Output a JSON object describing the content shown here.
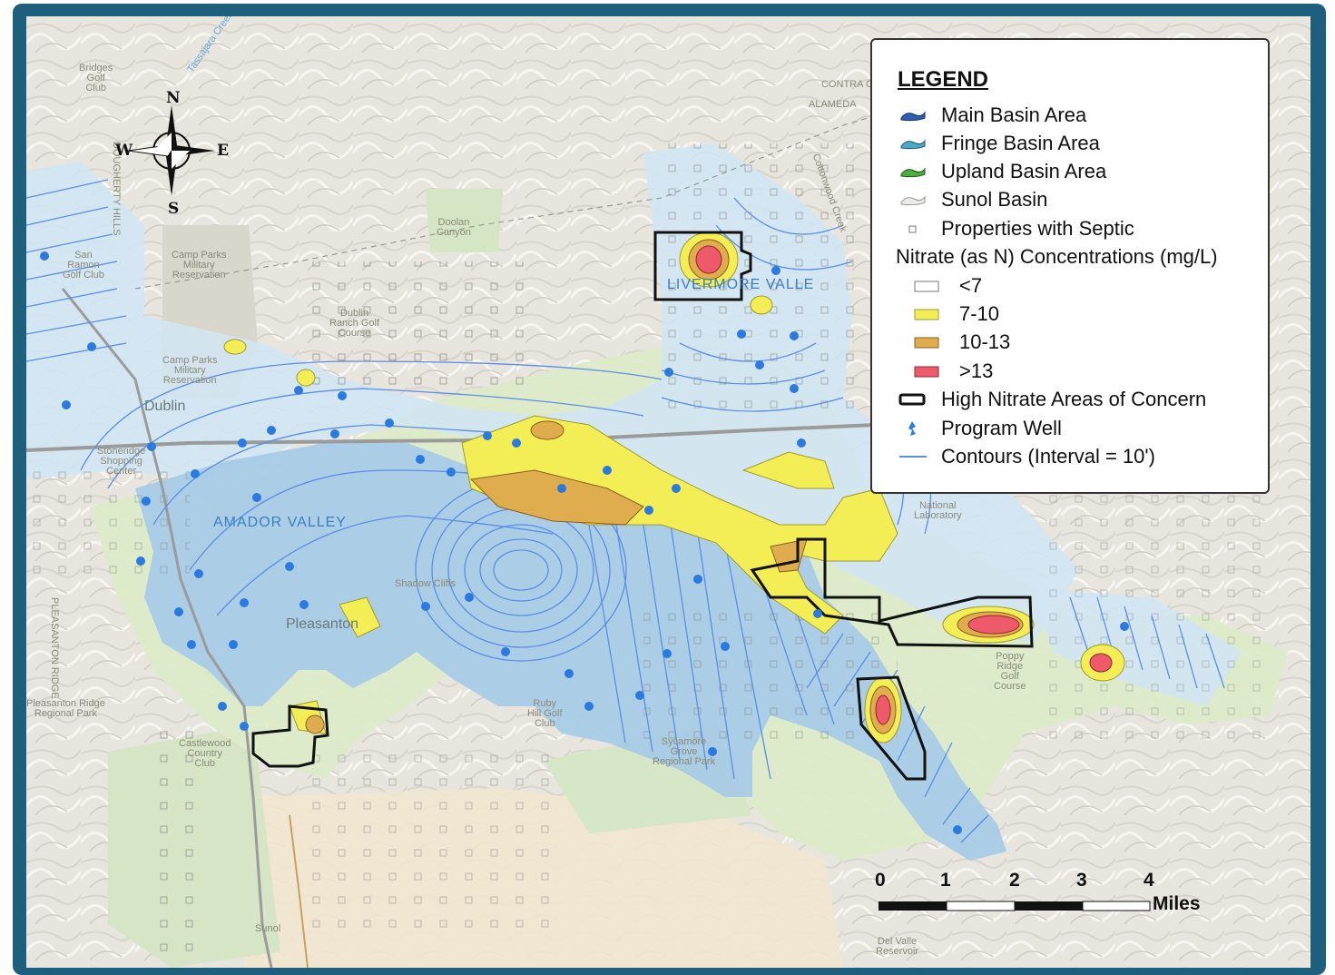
{
  "compass": {
    "north": "N",
    "south": "S",
    "east": "E",
    "west": "W"
  },
  "legend": {
    "title": "LEGEND",
    "items": [
      {
        "label": "Main Basin Area",
        "icon": "main-basin-swatch",
        "color": "#2b5fb0"
      },
      {
        "label": "Fringe Basin Area",
        "icon": "fringe-basin-swatch",
        "color": "#4aa9c9"
      },
      {
        "label": "Upland Basin Area",
        "icon": "upland-basin-swatch",
        "color": "#4caf3a"
      },
      {
        "label": "Sunol Basin",
        "icon": "sunol-basin-swatch",
        "color": "#d9d7cf"
      },
      {
        "label": "Properties with Septic",
        "icon": "septic-square",
        "color": "#888888"
      },
      {
        "label": "Nitrate (as N) Concentrations (mg/L)",
        "icon": "",
        "color": ""
      },
      {
        "label": "<7",
        "icon": "nitrate-swatch",
        "color": "#ffffff"
      },
      {
        "label": "7-10",
        "icon": "nitrate-swatch",
        "color": "#f3ee55"
      },
      {
        "label": "10-13",
        "icon": "nitrate-swatch",
        "color": "#e0ad4e"
      },
      {
        "label": ">13",
        "icon": "nitrate-swatch",
        "color": "#ee5a6a"
      },
      {
        "label": "High Nitrate Areas of Concern",
        "icon": "concern-outline",
        "color": "#111111"
      },
      {
        "label": "Program Well",
        "icon": "well-icon",
        "color": "#2a7ae0"
      },
      {
        "label": "Contours (Interval = 10')",
        "icon": "contour-line",
        "color": "#5a8ee8"
      }
    ]
  },
  "scale_bar": {
    "ticks": [
      "0",
      "1",
      "2",
      "3",
      "4"
    ],
    "unit": "Miles"
  },
  "map_labels": {
    "bridges_golf": "Bridges\nGolf\nClub",
    "dougherty_hills": "DOUGHERTY HILLS",
    "camp_parks": "Camp Parks\nMilitary\nReservation",
    "doolan_canyon": "Doolan\nCanyon",
    "dublin_ranch": "Dublin\nRanch Golf\nCourse",
    "camp_parks_2": "Camp Parks\nMilitary\nReservation",
    "dublin": "Dublin",
    "san_ramon_golf": "San\nRamon\nGolf Club",
    "stoneridge": "Stoneridge\nShopping\nCenter",
    "amador_valley": "AMADOR VALLEY",
    "livermore_valley": "LIVERMORE VALLE",
    "pleasanton": "Pleasanton",
    "pleasanton_ridge": "Pleasanton Ridge\nRegional Park",
    "castlewood": "Castlewood\nCountry\nClub",
    "ruby_hill": "Ruby\nHill Golf\nClub",
    "sycamore_grove": "Sycamore\nGrove\nRegional Park",
    "poppy_ridge": "Poppy\nRidge\nGolf\nCourse",
    "sunol": "Sunol",
    "del_valle": "Del Valle\nReservoir",
    "national_lab": "National\nLaboratory",
    "contra_costa": "CONTRA COSTA",
    "alameda": "ALAMEDA",
    "shadow_cliffs": "Shadow Cliffs",
    "pleasanton_ridge_vert": "PLEASANTON RIDGE",
    "cottonwood_creek": "Cottonwood Creek",
    "tassajara_creek": "Tassajara Creek"
  }
}
